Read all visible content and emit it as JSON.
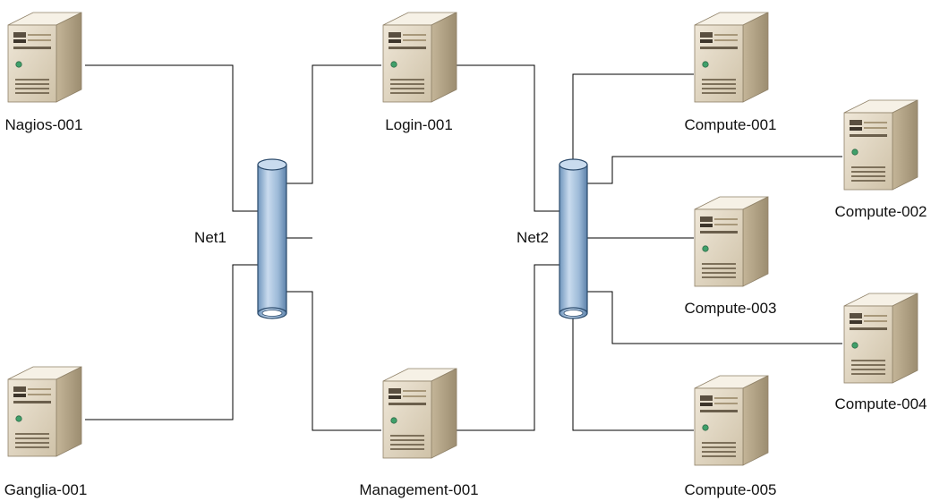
{
  "networks": [
    {
      "id": "net1",
      "label": "Net1"
    },
    {
      "id": "net2",
      "label": "Net2"
    }
  ],
  "servers": [
    {
      "id": "nagios",
      "label": "Nagios-001",
      "icon": "server-tower-icon"
    },
    {
      "id": "ganglia",
      "label": "Ganglia-001",
      "icon": "server-tower-icon"
    },
    {
      "id": "login",
      "label": "Login-001",
      "icon": "server-tower-icon"
    },
    {
      "id": "management",
      "label": "Management-001",
      "icon": "server-tower-icon"
    },
    {
      "id": "compute1",
      "label": "Compute-001",
      "icon": "server-tower-icon"
    },
    {
      "id": "compute2",
      "label": "Compute-002",
      "icon": "server-tower-icon"
    },
    {
      "id": "compute3",
      "label": "Compute-003",
      "icon": "server-tower-icon"
    },
    {
      "id": "compute4",
      "label": "Compute-004",
      "icon": "server-tower-icon"
    },
    {
      "id": "compute5",
      "label": "Compute-005",
      "icon": "server-tower-icon"
    }
  ],
  "colors": {
    "line": "#000000",
    "pipe_fill": "#a9c4df",
    "pipe_stroke": "#2b4a6b",
    "server_front": "#e2d8c6",
    "server_side": "#b2a386",
    "server_top": "#f4efe4"
  }
}
